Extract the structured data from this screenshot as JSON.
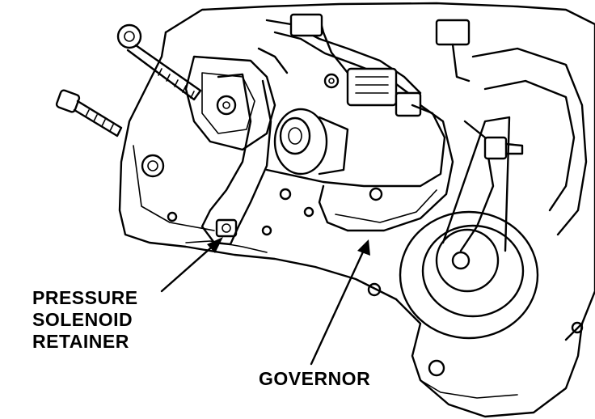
{
  "labels": {
    "pressure_solenoid_retainer": [
      "PRESSURE",
      "SOLENOID",
      "RETAINER"
    ],
    "governor": "GOVERNOR"
  },
  "colors": {
    "ink": "#000000",
    "paper": "#ffffff"
  }
}
